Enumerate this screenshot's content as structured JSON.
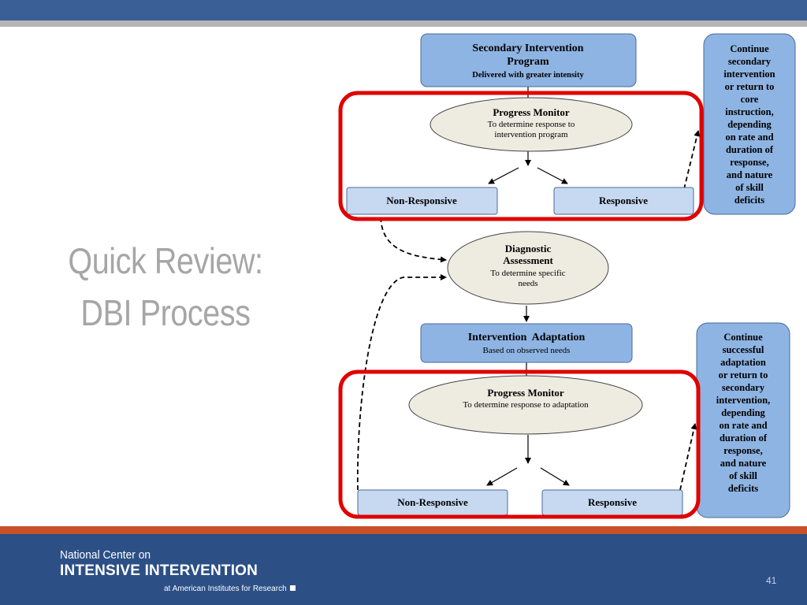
{
  "slide": {
    "title_line1": "Quick Review:",
    "title_line2": "DBI Process",
    "page_number": "41"
  },
  "diagram": {
    "secondary": {
      "line1": "Secondary Intervention",
      "line2": "Program",
      "line3": "Delivered with greater intensity"
    },
    "pm1": {
      "title": "Progress Monitor",
      "line2": "To determine response to",
      "line3": "intervention program"
    },
    "nonresp1": "Non-Responsive",
    "resp1": "Responsive",
    "continue1": [
      "Continue",
      "secondary",
      "intervention",
      "or return to",
      "core",
      "instruction,",
      "depending",
      "on rate and",
      "duration of",
      "response,",
      "and nature",
      "of skill",
      "deficits"
    ],
    "diag": {
      "line1": "Diagnostic",
      "line2": "Assessment",
      "line3": "To determine specific",
      "line4": "needs"
    },
    "adapt": {
      "line1": "Intervention  Adaptation",
      "line2": "Based on observed needs"
    },
    "pm2": {
      "title": "Progress Monitor",
      "line2": "To determine response to adaptation"
    },
    "nonresp2": "Non-Responsive",
    "resp2": "Responsive",
    "continue2": [
      "Continue",
      "successful",
      "adaptation",
      "or return to",
      "secondary",
      "intervention,",
      "depending",
      "on rate and",
      "duration of",
      "response,",
      "and nature",
      "of skill",
      "deficits"
    ]
  },
  "footer": {
    "org_line1": "National Center on",
    "org_line2": "INTENSIVE INTERVENTION",
    "org_line3": "at American Institutes for Research"
  },
  "colors": {
    "top_bar": "#3a5f97",
    "top_stripe": "#b5b5b5",
    "footer_bg": "#2c4f86",
    "footer_stripe": "#c8512a",
    "box_dark": "#8eb4e3",
    "box_light": "#c6d9f1",
    "ellipse_fill": "#eeece1",
    "highlight": "#e00000",
    "title_gray": "#a6a6a6"
  }
}
